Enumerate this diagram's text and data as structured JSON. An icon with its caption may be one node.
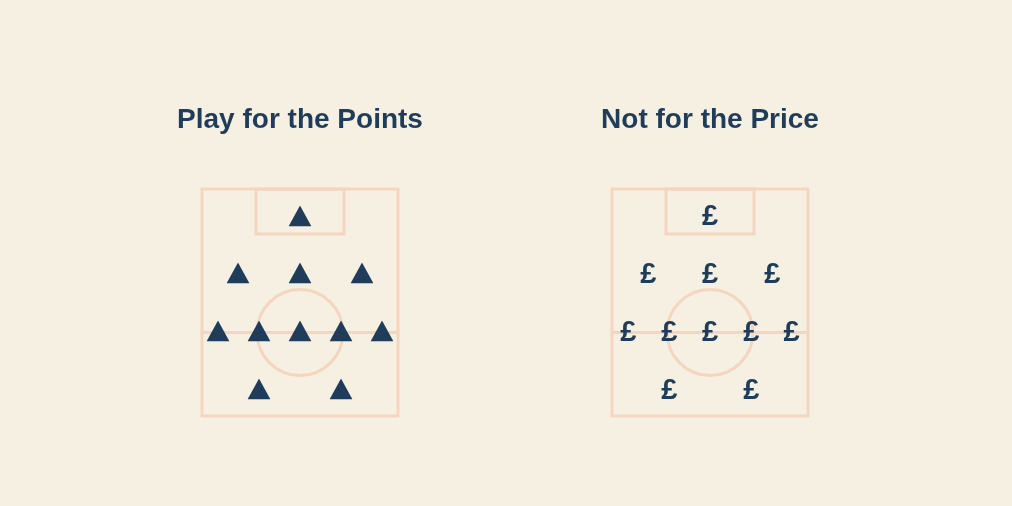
{
  "diagram": {
    "nodes": [
      {
        "text": [
          "Play for the Points"
        ]
      },
      {
        "text": [],
        "shape": "triangle",
        "in": 0
      },
      {
        "text": [],
        "shape": "triangle",
        "in": 0
      },
      {
        "text": [],
        "shape": "triangle",
        "in": 0
      },
      {
        "text": [],
        "shape": "triangle",
        "in": 0
      },
      {
        "text": [],
        "shape": "triangle",
        "in": 0
      },
      {
        "text": [],
        "shape": "triangle",
        "in": 0
      },
      {
        "text": [],
        "shape": "triangle",
        "in": 0
      },
      {
        "text": [],
        "shape": "triangle",
        "in": 0
      },
      {
        "text": [],
        "shape": "triangle",
        "in": 0
      },
      {
        "text": [],
        "shape": "triangle",
        "in": 0
      },
      {
        "text": [],
        "shape": "triangle",
        "in": 0
      },
      {
        "text": [
          "Not for the Price"
        ]
      },
      {
        "text": [
          "£"
        ],
        "in": 12
      },
      {
        "text": [
          "£"
        ],
        "in": 12
      },
      {
        "text": [
          "£"
        ],
        "in": 12
      },
      {
        "text": [
          "£"
        ],
        "in": 12
      },
      {
        "text": [
          "£"
        ],
        "in": 12
      },
      {
        "text": [
          "£"
        ],
        "in": 12
      },
      {
        "text": [
          "£"
        ],
        "in": 12
      },
      {
        "text": [
          "£"
        ],
        "in": 12
      },
      {
        "text": [
          "£"
        ],
        "in": 12
      },
      {
        "text": [
          "£"
        ],
        "in": 12
      },
      {
        "text": [
          "£"
        ],
        "in": 12
      }
    ]
  }
}
